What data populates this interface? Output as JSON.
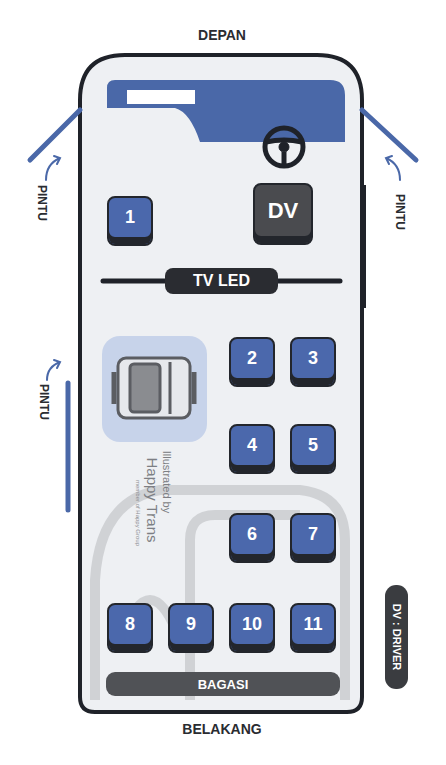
{
  "diagram": {
    "nodes": [
      {
        "text": [
          "1"
        ]
      },
      {
        "text": [
          "DV"
        ]
      },
      {
        "text": [
          "TV LED"
        ]
      },
      {
        "text": [
          "2"
        ]
      },
      {
        "text": [
          "3"
        ]
      },
      {
        "text": [
          "4"
        ]
      },
      {
        "text": [
          "5"
        ]
      },
      {
        "text": [
          "6"
        ]
      },
      {
        "text": [
          "7"
        ]
      },
      {
        "text": [
          "8"
        ]
      },
      {
        "text": [
          "9"
        ]
      },
      {
        "text": [
          "10"
        ]
      },
      {
        "text": [
          "11"
        ]
      },
      {
        "text": [
          "BAGASI"
        ]
      },
      {
        "text": [
          "DV : DRIVER"
        ]
      }
    ],
    "labels": [
      "DEPAN",
      "PINTU",
      "PINTU",
      "PINTU",
      "Illustrated by",
      "Happy Trans",
      "member of Happy Group",
      "BELAKANG"
    ]
  }
}
